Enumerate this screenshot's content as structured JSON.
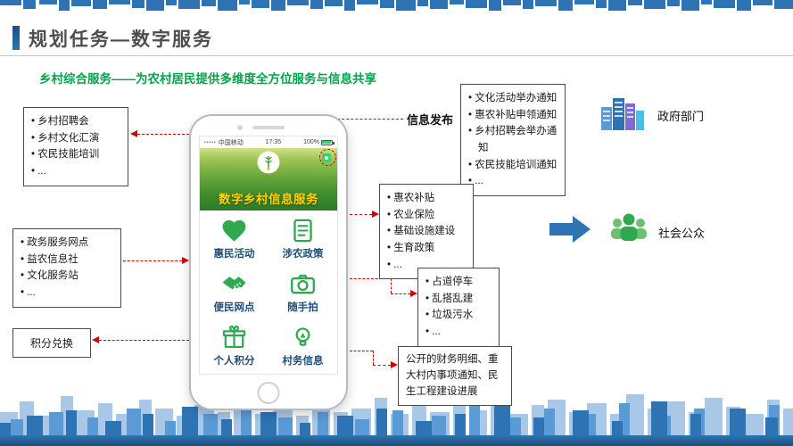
{
  "colors": {
    "accent_blue": "#2E74B5",
    "title_gray": "#4D4D4D",
    "subtitle_green": "#00A44A",
    "connector_red": "#D40000",
    "icon_green": "#2FA84F",
    "app_label_blue": "#1F4E79",
    "app_title_gold": "#FFD400"
  },
  "header": {
    "title": "规划任务—数字服务",
    "subtitle": "乡村综合服务——为农村居民提供多维度全方位服务与信息共享"
  },
  "left": {
    "recruit_box": {
      "items": [
        "乡村招聘会",
        "乡村文化汇演",
        "农民技能培训",
        "..."
      ]
    },
    "service_box": {
      "items": [
        "政务服务网点",
        "益农信息社",
        "文化服务站",
        "..."
      ]
    },
    "points_box": {
      "label": "积分兑换"
    }
  },
  "right": {
    "info_publish": "信息发布",
    "notice_box": {
      "items": [
        "文化活动举办通知",
        "惠农补贴申领通知",
        "乡村招聘会举办通知",
        "农民技能培训通知",
        "..."
      ]
    },
    "government_label": "政府部门",
    "policy_box": {
      "items": [
        "惠农补贴",
        "农业保险",
        "基础设施建设",
        "生育政策",
        "..."
      ]
    },
    "public_label": "社会公众",
    "report_box": {
      "items": [
        "占道停车",
        "乱搭乱建",
        "垃圾污水",
        "..."
      ]
    },
    "village_box": {
      "text": "公开的财务明细、重大村内事项通知、民生工程建设进展"
    }
  },
  "phone": {
    "status": {
      "carrier": "中国移动",
      "time": "17:35",
      "battery": "100%"
    },
    "app_title": "数字乡村信息服务",
    "apps": [
      {
        "label": "惠民活动"
      },
      {
        "label": "涉农政策"
      },
      {
        "label": "便民网点"
      },
      {
        "label": "随手拍"
      },
      {
        "label": "个人积分"
      },
      {
        "label": "村务信息"
      }
    ]
  }
}
